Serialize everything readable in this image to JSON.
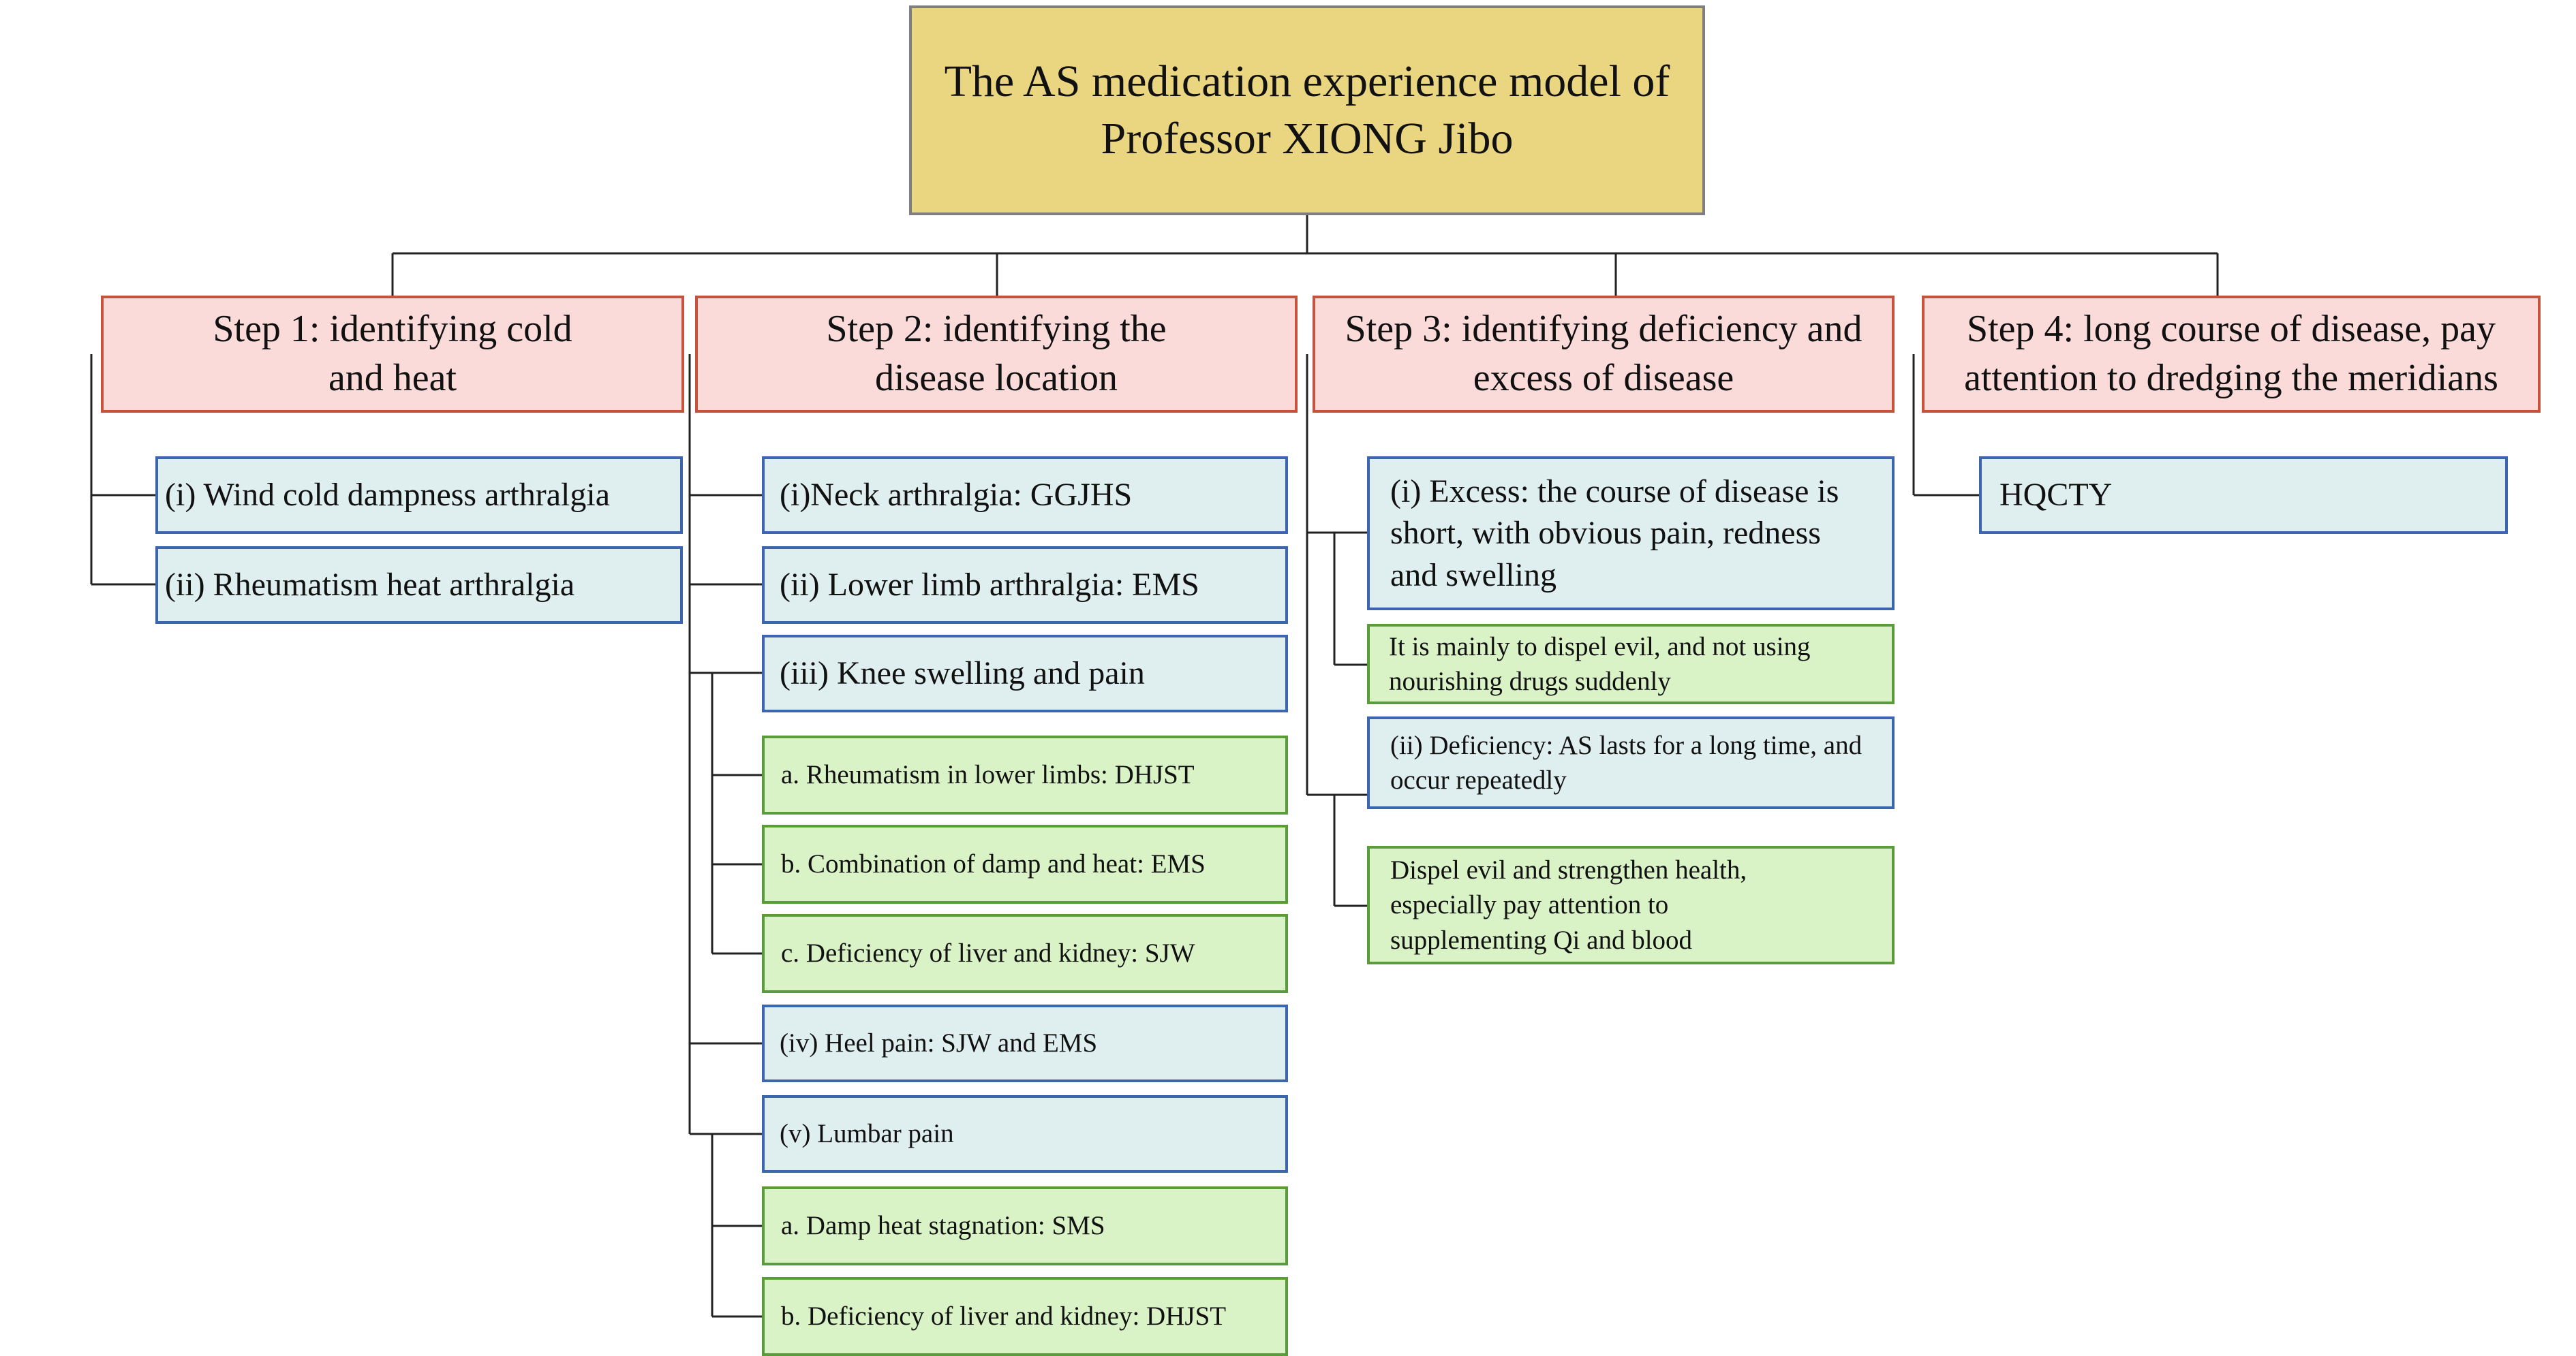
{
  "title": "The AS medication experience model of Professor XIONG Jibo",
  "colors": {
    "title_fill": "#ead681",
    "step_fill": "#fadbd9",
    "step_border": "#c5533d",
    "item_fill": "#dfeff0",
    "item_border": "#3c67b0",
    "sub_fill": "#d9f3c6",
    "sub_border": "#5a9c3a"
  },
  "steps": [
    {
      "label": "Step 1: identifying cold and heat",
      "items": [
        "(i) Wind cold dampness arthralgia",
        "(ii) Rheumatism heat arthralgia"
      ]
    },
    {
      "label": "Step 2: identifying the disease location",
      "items": [
        "(i)Neck arthralgia: GGJHS",
        "(ii) Lower limb arthralgia: EMS",
        "(iii) Knee swelling and pain",
        "a. Rheumatism in lower limbs: DHJST",
        "b. Combination of damp and heat: EMS",
        "c. Deficiency of liver and kidney: SJW",
        "(iv) Heel pain: SJW and EMS",
        "(v) Lumbar pain",
        "a. Damp heat stagnation: SMS",
        "b. Deficiency of liver and kidney: DHJST"
      ]
    },
    {
      "label": "Step 3: identifying deficiency and excess of disease",
      "items": [
        "(i) Excess: the course of disease is short, with obvious pain, redness and swelling",
        "It is mainly to dispel evil, and not using nourishing drugs suddenly",
        "(ii) Deficiency: AS lasts for a long time, and occur repeatedly",
        "Dispel evil and strengthen health, especially pay attention to supplementing Qi and blood"
      ]
    },
    {
      "label": "Step 4: long course of disease, pay attention to dredging the meridians",
      "items": [
        "HQCTY"
      ]
    }
  ]
}
